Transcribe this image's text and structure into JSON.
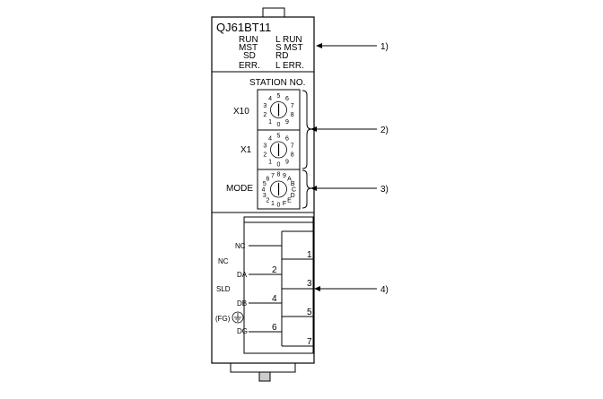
{
  "module": {
    "model": "QJ61BT11",
    "leds_left": [
      "RUN",
      "MST",
      "SD",
      "ERR."
    ],
    "leds_right": [
      "L RUN",
      "S MST",
      "RD",
      "L ERR."
    ]
  },
  "switches": {
    "station_label": "STATION NO.",
    "x10_label": "X10",
    "x1_label": "X1",
    "mode_label": "MODE",
    "digits": [
      "0",
      "1",
      "2",
      "3",
      "4",
      "5",
      "6",
      "7",
      "8",
      "9"
    ],
    "mode_digits": [
      "0",
      "1",
      "2",
      "3",
      "4",
      "5",
      "6",
      "7",
      "8",
      "9",
      "A",
      "B",
      "C",
      "D",
      "E",
      "F"
    ]
  },
  "terminal": {
    "left_labels": {
      "nc_top": "NC",
      "nc": "NC",
      "da": "DA",
      "sld": "SLD",
      "db": "DB",
      "fg": "(FG)",
      "dg": "DG"
    },
    "numbers": [
      "1",
      "2",
      "3",
      "4",
      "5",
      "6",
      "7"
    ]
  },
  "callouts": [
    "1)",
    "2)",
    "3)",
    "4)"
  ]
}
